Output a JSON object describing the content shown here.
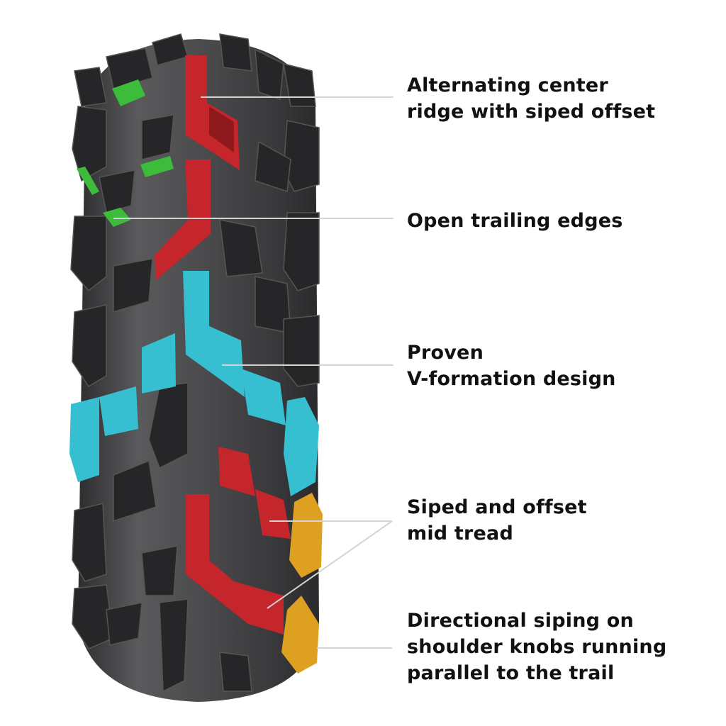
{
  "title": "Tire tread feature diagram",
  "colors": {
    "background": "#ffffff",
    "tire_casing": "#4a4a4c",
    "tire_knob": "#2b2b2d",
    "leader_line": "#cfcfcf",
    "center_ridge": "#c4262b",
    "trailing_edges": "#3dbb3a",
    "v_formation": "#35bfd0",
    "shoulder_knobs": "#dea021",
    "text": "#111111"
  },
  "callouts": [
    {
      "id": "center-ridge",
      "color_key": "center_ridge",
      "lines": [
        "Alternating center",
        "ridge with siped offset"
      ]
    },
    {
      "id": "trailing-edges",
      "color_key": "trailing_edges",
      "lines": [
        "Open trailing edges"
      ]
    },
    {
      "id": "v-formation",
      "color_key": "v_formation",
      "lines": [
        "Proven",
        "V-formation design"
      ]
    },
    {
      "id": "mid-tread",
      "color_key": "center_ridge",
      "lines": [
        "Siped and offset",
        "mid tread"
      ]
    },
    {
      "id": "shoulder-siping",
      "color_key": "shoulder_knobs",
      "lines": [
        "Directional siping on",
        "shoulder knobs running",
        "parallel to the trail"
      ]
    }
  ]
}
